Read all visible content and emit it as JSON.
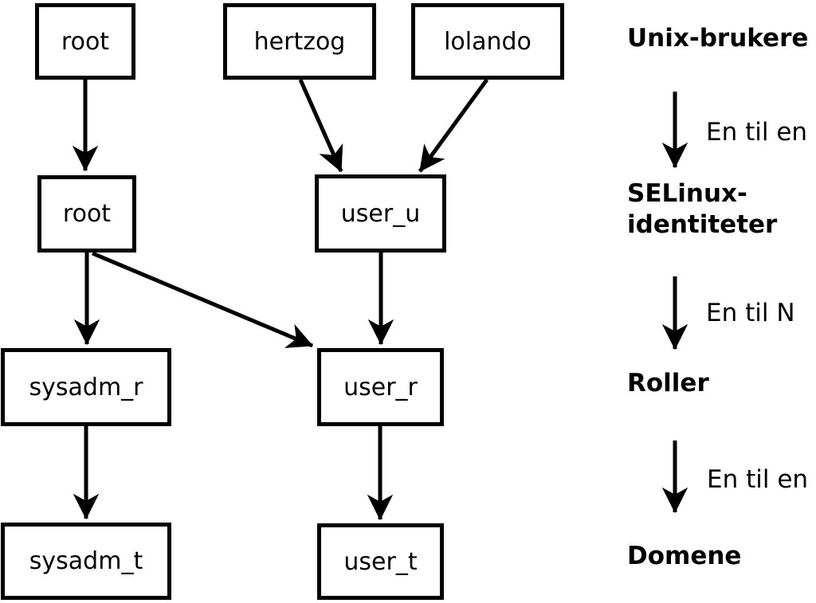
{
  "diagram": {
    "background": "#ffffff",
    "line_color": "#000000",
    "nodes": [
      {
        "id": "unix-root",
        "label": "root"
      },
      {
        "id": "unix-hertzog",
        "label": "hertzog"
      },
      {
        "id": "unix-lolando",
        "label": "lolando"
      },
      {
        "id": "selinux-root",
        "label": "root"
      },
      {
        "id": "selinux-user-u",
        "label": "user_u"
      },
      {
        "id": "role-sysadm-r",
        "label": "sysadm_r"
      },
      {
        "id": "role-user-r",
        "label": "user_r"
      },
      {
        "id": "domain-sysadm-t",
        "label": "sysadm_t"
      },
      {
        "id": "domain-user-t",
        "label": "user_t"
      }
    ],
    "legend": {
      "unix_users": "Unix-brukere",
      "mapping1": "En til en",
      "selinux_identities": "SELinux-\nidentiteter",
      "mapping2": "En til N",
      "roles": "Roller",
      "mapping3": "En til en",
      "domains": "Domene"
    }
  }
}
